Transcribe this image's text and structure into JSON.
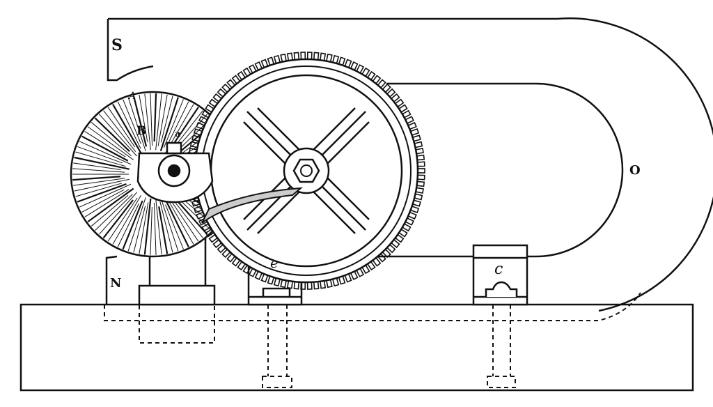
{
  "labels": {
    "south_pole": "S",
    "north_pole": "N",
    "armature_a": "A",
    "armature_b": "B",
    "axle": "a",
    "magnet": "O",
    "bearing_e": "e",
    "bearing_c": "c"
  },
  "colors": {
    "ink": "#111111",
    "paper": "#ffffff"
  }
}
